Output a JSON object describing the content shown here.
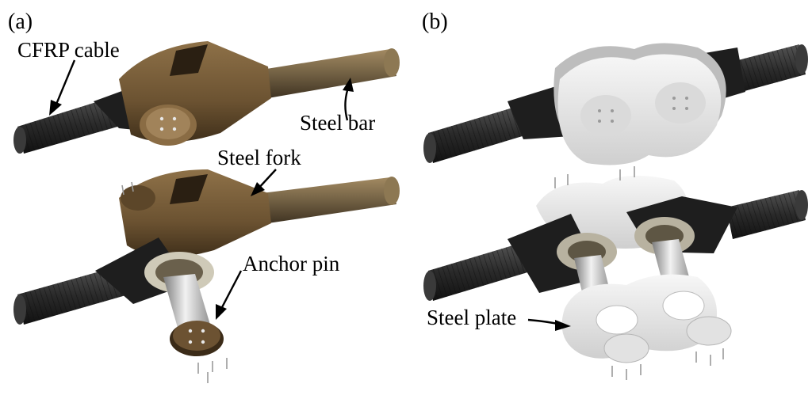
{
  "panels": {
    "a": {
      "label": "(a)"
    },
    "b": {
      "label": "(b)"
    }
  },
  "annotations": {
    "cfrp_cable": "CFRP cable",
    "steel_bar": "Steel bar",
    "steel_fork": "Steel fork",
    "anchor_pin": "Anchor pin",
    "steel_plate": "Steel plate"
  },
  "colors": {
    "bronze": "#6f5534",
    "bronze_dark": "#4a3820",
    "bronze_light": "#9a7b4f",
    "bar": "#776547",
    "cable": "#2b2b2b",
    "plate": "#e6e6e6",
    "steel": "#c9c9c9"
  }
}
